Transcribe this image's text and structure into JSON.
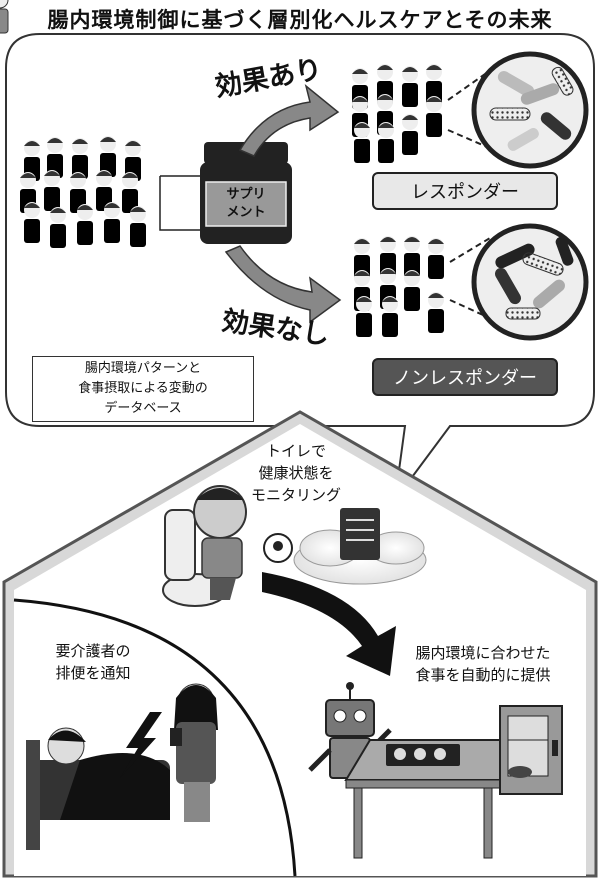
{
  "title": "腸内環境制御に基づく層別化ヘルスケアとその未来",
  "effect_yes": "効果あり",
  "effect_no": "効果なし",
  "supplement": {
    "line1": "サプリ",
    "line2": "メント"
  },
  "responder": "レスポンダー",
  "nonresponder": "ノンレスポンダー",
  "database": {
    "line1": "腸内環境パターンと",
    "line2": "食事摂取による変動の",
    "line3": "データベース"
  },
  "toilet": {
    "line1": "トイレで",
    "line2": "健康状態を",
    "line3": "モニタリング"
  },
  "caregiver": {
    "line1": "要介護者の",
    "line2": "排便を通知"
  },
  "meal": {
    "line1": "腸内環境に合わせた",
    "line2": "食事を自動的に提供"
  }
}
